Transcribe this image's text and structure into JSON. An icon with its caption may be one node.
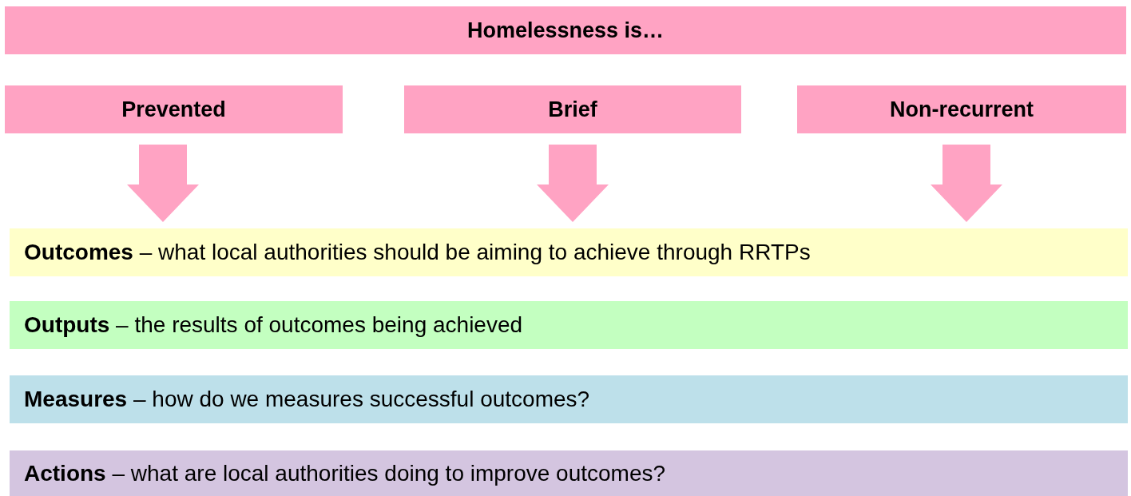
{
  "diagram": {
    "nodes": [
      {
        "text": [
          "Homelessness is…"
        ]
      },
      {
        "text": [
          "Prevented"
        ]
      },
      {
        "text": [
          "Brief"
        ]
      },
      {
        "text": [
          "Non-recurrent"
        ]
      },
      {
        "text": [
          "**Outcomes** – what local authorities should be aiming to achieve through RRTPs"
        ]
      },
      {
        "text": [
          "**Outputs** – the results of outcomes being achieved"
        ]
      },
      {
        "text": [
          "**Measures** – how do we measures successful outcomes?"
        ]
      },
      {
        "text": [
          "**Actions** – what are local authorities doing to improve outcomes?"
        ]
      }
    ],
    "edges": [
      {
        "from": 1,
        "to": 4,
        "arrow": "to",
        "style": "thick"
      },
      {
        "from": 2,
        "to": 4,
        "arrow": "to",
        "style": "thick"
      },
      {
        "from": 3,
        "to": 4,
        "arrow": "to",
        "style": "thick"
      }
    ]
  }
}
